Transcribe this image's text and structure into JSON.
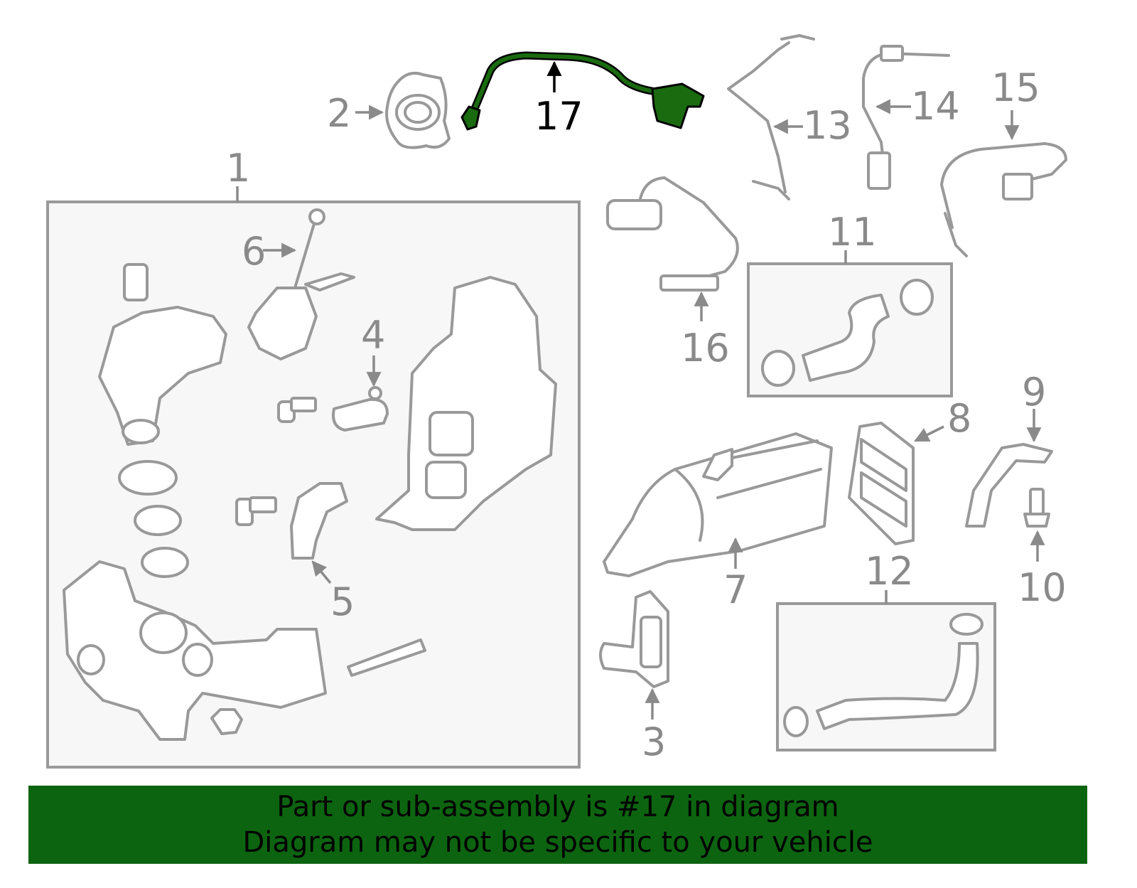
{
  "callouts": {
    "c1": "1",
    "c2": "2",
    "c3": "3",
    "c4": "4",
    "c5": "5",
    "c6": "6",
    "c7": "7",
    "c8": "8",
    "c9": "9",
    "c10": "10",
    "c11": "11",
    "c12": "12",
    "c13": "13",
    "c14": "14",
    "c15": "15",
    "c16": "16",
    "c17": "17"
  },
  "highlight": {
    "part": "17",
    "color": "#1a6b10"
  },
  "banner": {
    "line1": "Part or sub-assembly is #17 in diagram",
    "line2": "Diagram may not be specific to your vehicle",
    "background": "#0d6410"
  }
}
